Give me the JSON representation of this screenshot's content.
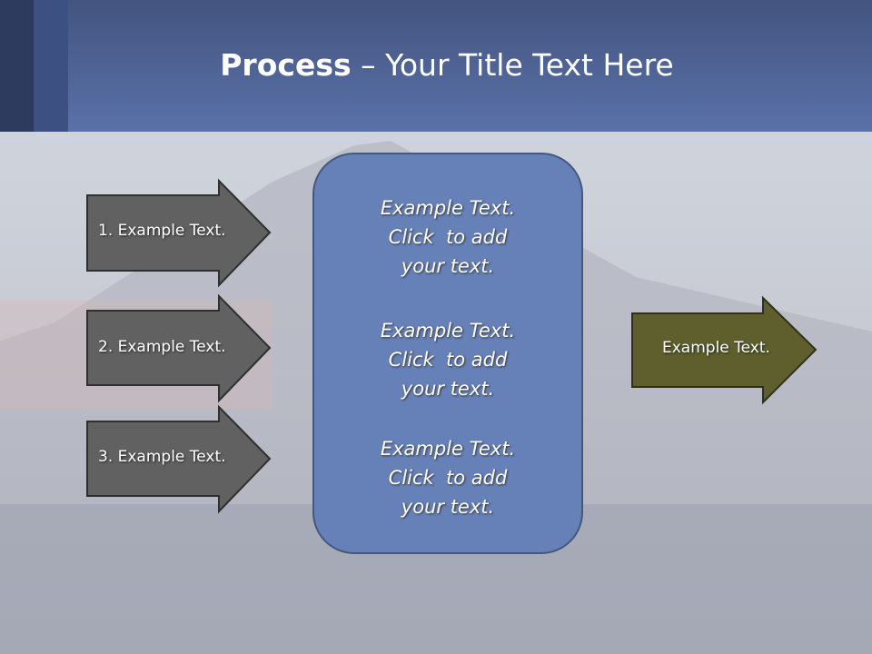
{
  "title": {
    "bold": "Process",
    "rest": " – Your Title Text Here"
  },
  "inputs": [
    {
      "label": "1. Example Text."
    },
    {
      "label": "2. Example Text."
    },
    {
      "label": "3. Example Text."
    }
  ],
  "center_box": {
    "items": [
      {
        "line1": "Example Text.",
        "line2": "Click  to add",
        "line3": "your text."
      },
      {
        "line1": "Example Text.",
        "line2": "Click  to add",
        "line3": "your text."
      },
      {
        "line1": "Example Text.",
        "line2": "Click  to add",
        "line3": "your text."
      }
    ]
  },
  "output": {
    "label": "Example Text."
  },
  "colors": {
    "header": "#5a71a8",
    "arrow_gray": "#616161",
    "arrow_olive": "#5e5f2c",
    "box": "#6680b8"
  }
}
